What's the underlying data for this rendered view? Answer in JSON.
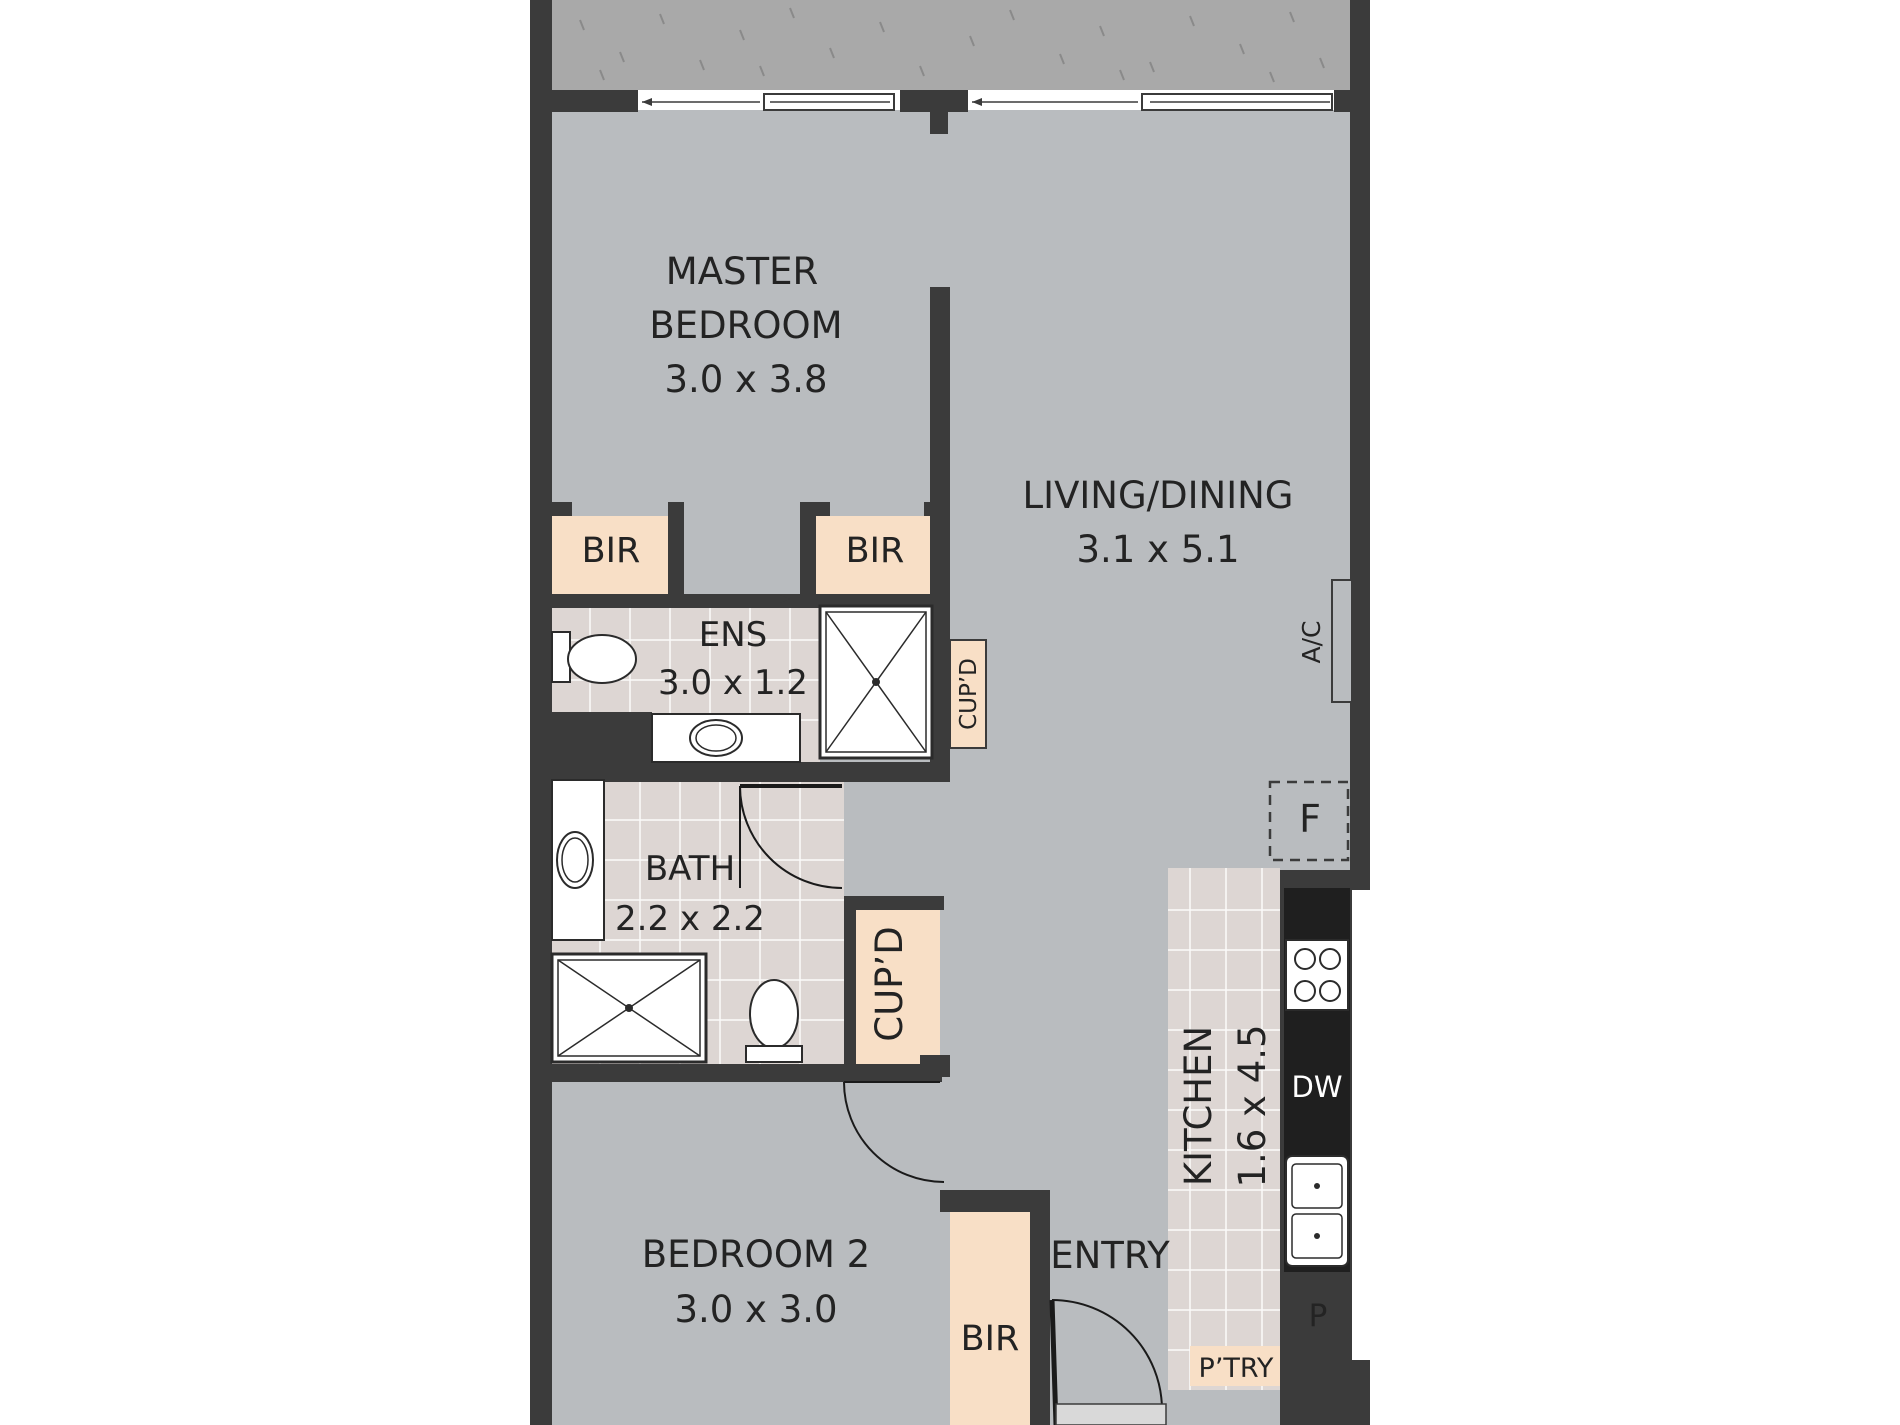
{
  "rooms": {
    "master_bedroom": {
      "name_line1": "MASTER",
      "name_line2": "BEDROOM",
      "size": "3.0 x 3.8"
    },
    "living_dining": {
      "name": "LIVING/DINING",
      "size": "3.1 x 5.1"
    },
    "ensuite": {
      "name": "ENS",
      "size": "3.0 x 1.2"
    },
    "bath": {
      "name": "BATH",
      "size": "2.2 x 2.2"
    },
    "kitchen": {
      "name": "KITCHEN",
      "size": "1.6 x 4.5"
    },
    "bedroom_2": {
      "name": "BEDROOM 2",
      "size": "3.0 x 3.0"
    },
    "entry": {
      "name": "ENTRY"
    }
  },
  "fixtures": {
    "bir": "BIR",
    "cupd": "CUP’D",
    "ac": "A/C",
    "fridge": "F",
    "dishwasher": "DW",
    "pantry": "P",
    "pantry_label": "P’TRY"
  },
  "colors": {
    "wall": "#3b3b3b",
    "floor": "#b9bcbf",
    "tile": "#ddd6d3",
    "robe": "#f8dfc6",
    "balcony": "#a9a9a9"
  }
}
